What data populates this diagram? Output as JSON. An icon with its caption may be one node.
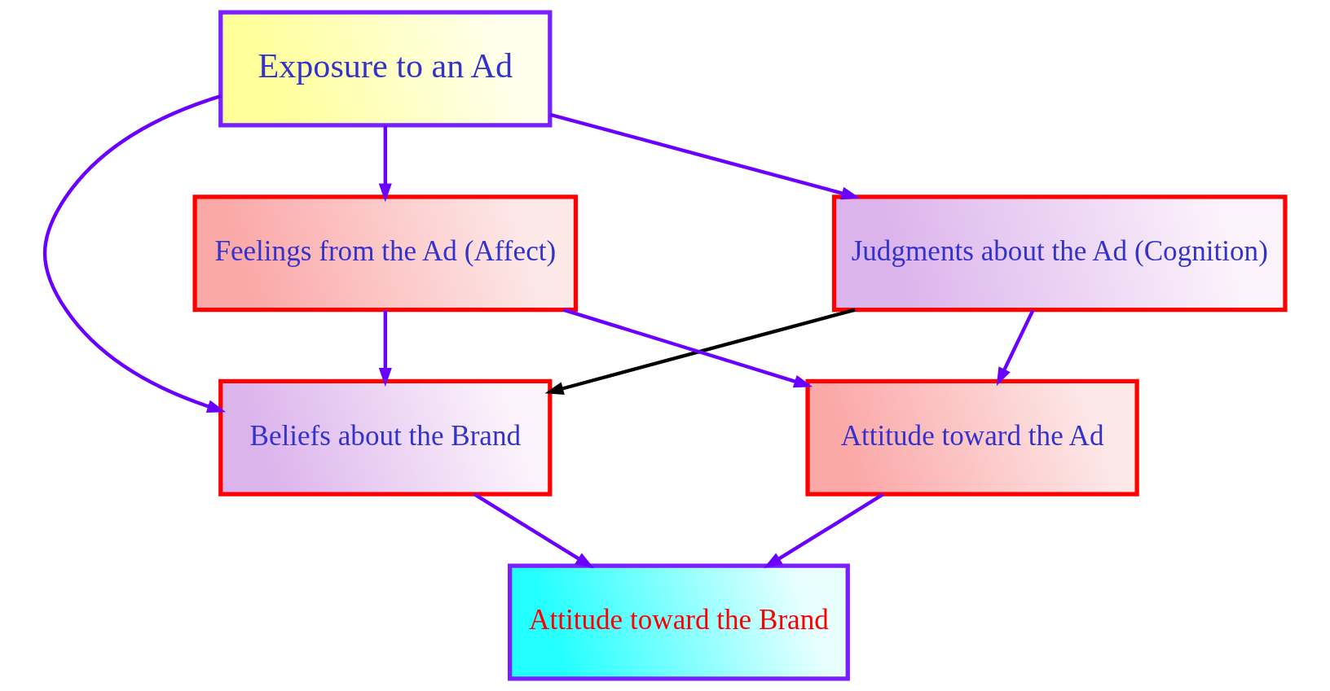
{
  "diagram": {
    "nodes": [
      {
        "text": [
          "Exposure to an Ad"
        ]
      },
      {
        "text": [
          "Judgments about the Ad (Cognition)"
        ]
      },
      {
        "text": [
          "Feelings from the Ad (Affect)"
        ]
      },
      {
        "text": [
          "Beliefs about the Brand"
        ]
      },
      {
        "text": [
          "Attitude toward the Ad"
        ]
      },
      {
        "text": [
          "Attitude toward the Brand"
        ]
      }
    ],
    "edges": [
      {
        "from": 0,
        "to": 1,
        "arrow": "to"
      },
      {
        "from": 0,
        "to": 2,
        "arrow": "to"
      },
      {
        "from": 0,
        "to": 3,
        "arrow": "to"
      },
      {
        "from": 1,
        "to": 3,
        "arrow": "to",
        "color": "#000000"
      },
      {
        "from": 1,
        "to": 4,
        "arrow": "to"
      },
      {
        "from": 2,
        "to": 3,
        "arrow": "to"
      },
      {
        "from": 2,
        "to": 4,
        "arrow": "to"
      },
      {
        "from": 3,
        "to": 5,
        "arrow": "to"
      },
      {
        "from": 4,
        "to": 5,
        "arrow": "to"
      }
    ]
  }
}
